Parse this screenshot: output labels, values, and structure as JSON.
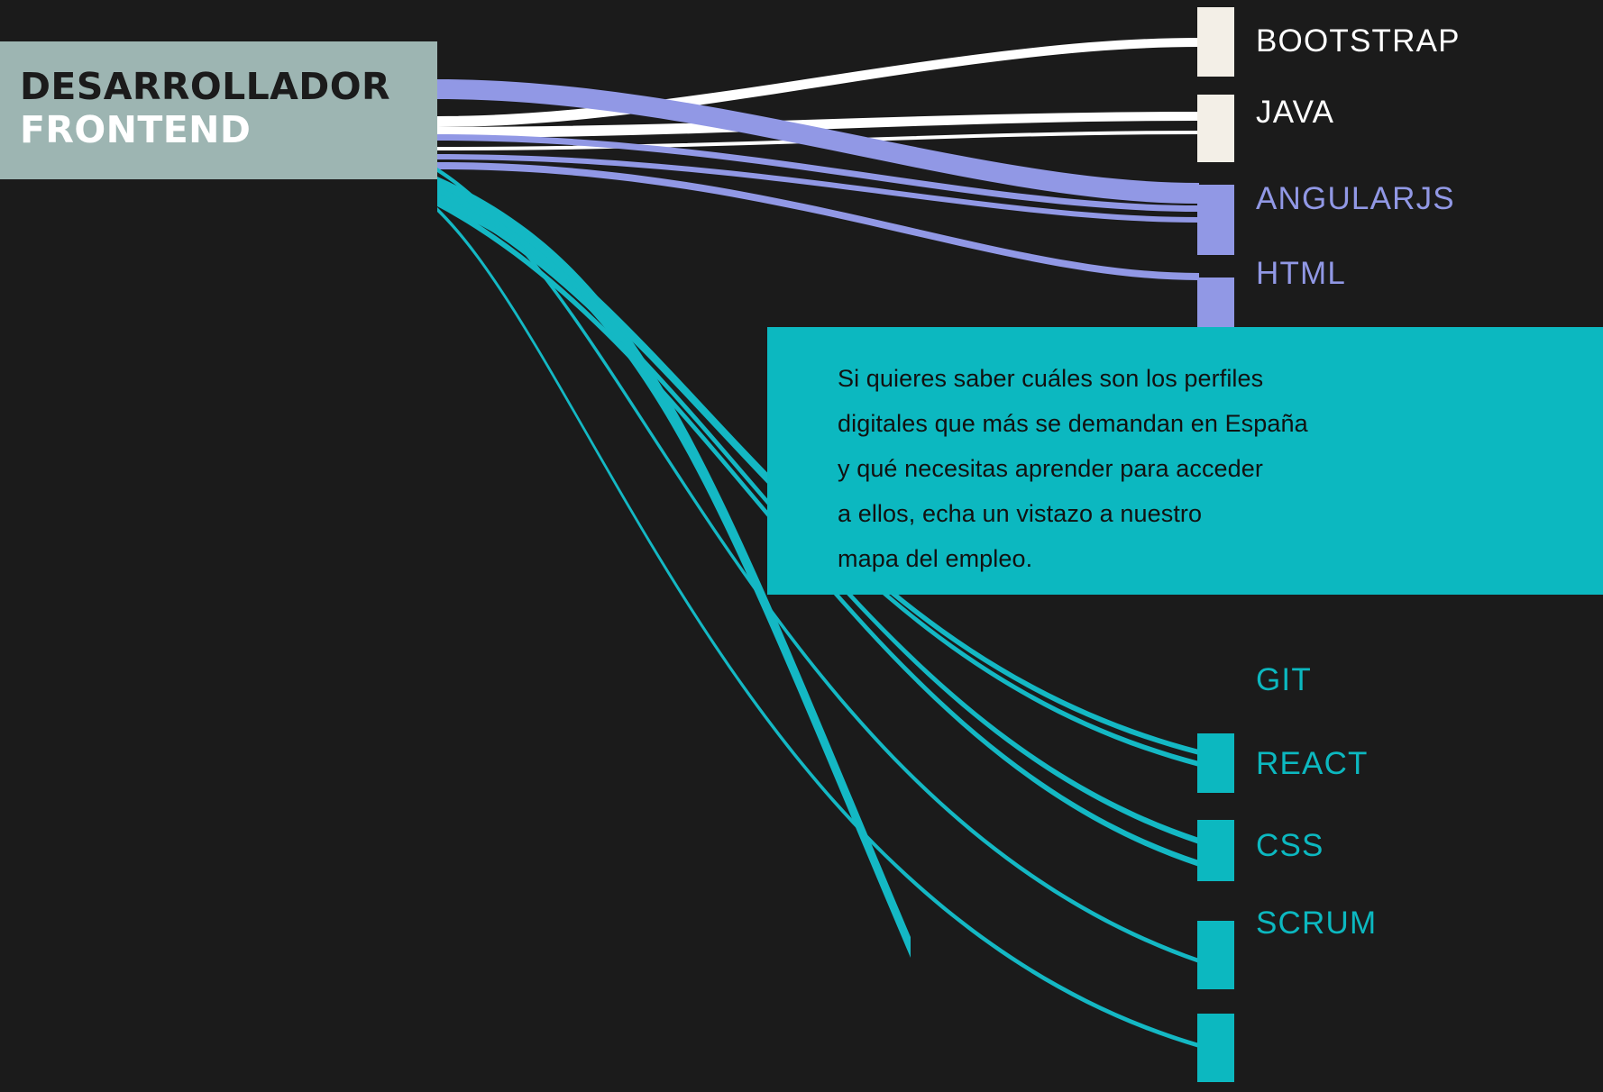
{
  "background_color": "#1b1b1b",
  "source": {
    "name": "DESARROLLADOR FRONTEND",
    "line1": "DESARROLLADOR",
    "line2": "FRONTEND",
    "block_color": "#9db5b2",
    "line1_color": "#1b1b1b",
    "line2_color": "#ffffff"
  },
  "callout": {
    "background_color": "#0cb8c0",
    "text_color": "#111111",
    "lines": [
      "Si quieres saber cuáles son los perfiles",
      "digitales que más se demandan en España",
      "y qué necesitas aprender para acceder",
      "a ellos, echa un vistazo a nuestro",
      "mapa del empleo."
    ]
  },
  "palette": {
    "cream": "#f3efe7",
    "periwinkle": "#9198e5",
    "teal": "#0cb8c0",
    "teal_link": "#14b8c4",
    "white": "#ffffff"
  },
  "chart_data": {
    "type": "sankey",
    "title": "DESARROLLADOR FRONTEND",
    "source_node": "DESARROLLADOR FRONTEND",
    "nodes": [
      {
        "id": "bootstrap",
        "label": "BOOTSTRAP",
        "color": "#f3efe7",
        "label_color": "#ffffff",
        "value": 77
      },
      {
        "id": "java",
        "label": "JAVA",
        "color": "#f3efe7",
        "label_color": "#ffffff",
        "value": 75
      },
      {
        "id": "angularjs",
        "label": "ANGULARJS",
        "color": "#9198e5",
        "label_color": "#9198e5",
        "value": 78
      },
      {
        "id": "html",
        "label": "HTML",
        "color": "#9198e5",
        "label_color": "#9198e5",
        "value": 75
      },
      {
        "id": "git",
        "label": "GIT",
        "color": "#0cb8c0",
        "label_color": "#0cb8c0",
        "value": 66
      },
      {
        "id": "react",
        "label": "REACT",
        "color": "#0cb8c0",
        "label_color": "#0cb8c0",
        "value": 68
      },
      {
        "id": "css",
        "label": "CSS",
        "color": "#0cb8c0",
        "label_color": "#0cb8c0",
        "value": 75
      },
      {
        "id": "scrum",
        "label": "SCRUM",
        "color": "#0cb8c0",
        "label_color": "#0cb8c0",
        "value": 75
      }
    ],
    "links": [
      {
        "source": "DESARROLLADOR FRONTEND",
        "target": "bootstrap",
        "value": 10,
        "color": "#ffffff"
      },
      {
        "source": "DESARROLLADOR FRONTEND",
        "target": "java",
        "value": 9,
        "color": "#ffffff"
      },
      {
        "source": "DESARROLLADOR FRONTEND",
        "target": "java",
        "value": 3,
        "color": "#ffffff"
      },
      {
        "source": "DESARROLLADOR FRONTEND",
        "target": "angularjs",
        "value": 18,
        "color": "#9198e5"
      },
      {
        "source": "DESARROLLADOR FRONTEND",
        "target": "angularjs",
        "value": 5,
        "color": "#9198e5"
      },
      {
        "source": "DESARROLLADOR FRONTEND",
        "target": "angularjs",
        "value": 4,
        "color": "#9198e5"
      },
      {
        "source": "DESARROLLADOR FRONTEND",
        "target": "html",
        "value": 6,
        "color": "#9198e5"
      },
      {
        "source": "DESARROLLADOR FRONTEND",
        "target": "git",
        "value": 6,
        "color": "#14b8c4"
      },
      {
        "source": "DESARROLLADOR FRONTEND",
        "target": "git",
        "value": 5,
        "color": "#14b8c4"
      },
      {
        "source": "DESARROLLADOR FRONTEND",
        "target": "react",
        "value": 7,
        "color": "#14b8c4"
      },
      {
        "source": "DESARROLLADOR FRONTEND",
        "target": "react",
        "value": 5,
        "color": "#14b8c4"
      },
      {
        "source": "DESARROLLADOR FRONTEND",
        "target": "css",
        "value": 24,
        "color": "#14b8c4"
      },
      {
        "source": "DESARROLLADOR FRONTEND",
        "target": "scrum",
        "value": 5,
        "color": "#14b8c4"
      }
    ],
    "legend": "none",
    "grid": false
  }
}
